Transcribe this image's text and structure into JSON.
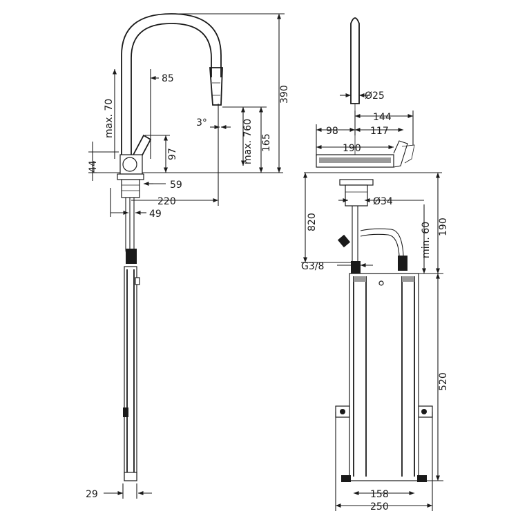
{
  "labels": {
    "d85": "85",
    "max70": "max. 70",
    "deg3": "3°",
    "max760": "max. 760",
    "d165": "165",
    "d390": "390",
    "d97": "97",
    "d44": "44",
    "d59": "59",
    "d220": "220",
    "d49": "49",
    "d29": "29",
    "d25": "Ø25",
    "d144": "144",
    "d98": "98",
    "d117": "117",
    "d190": "190",
    "d34": "Ø34",
    "d820": "820",
    "min60": "min. 60",
    "d190v": "190",
    "g38": "G3/8",
    "d520": "520",
    "d158": "158",
    "d250": "250"
  }
}
